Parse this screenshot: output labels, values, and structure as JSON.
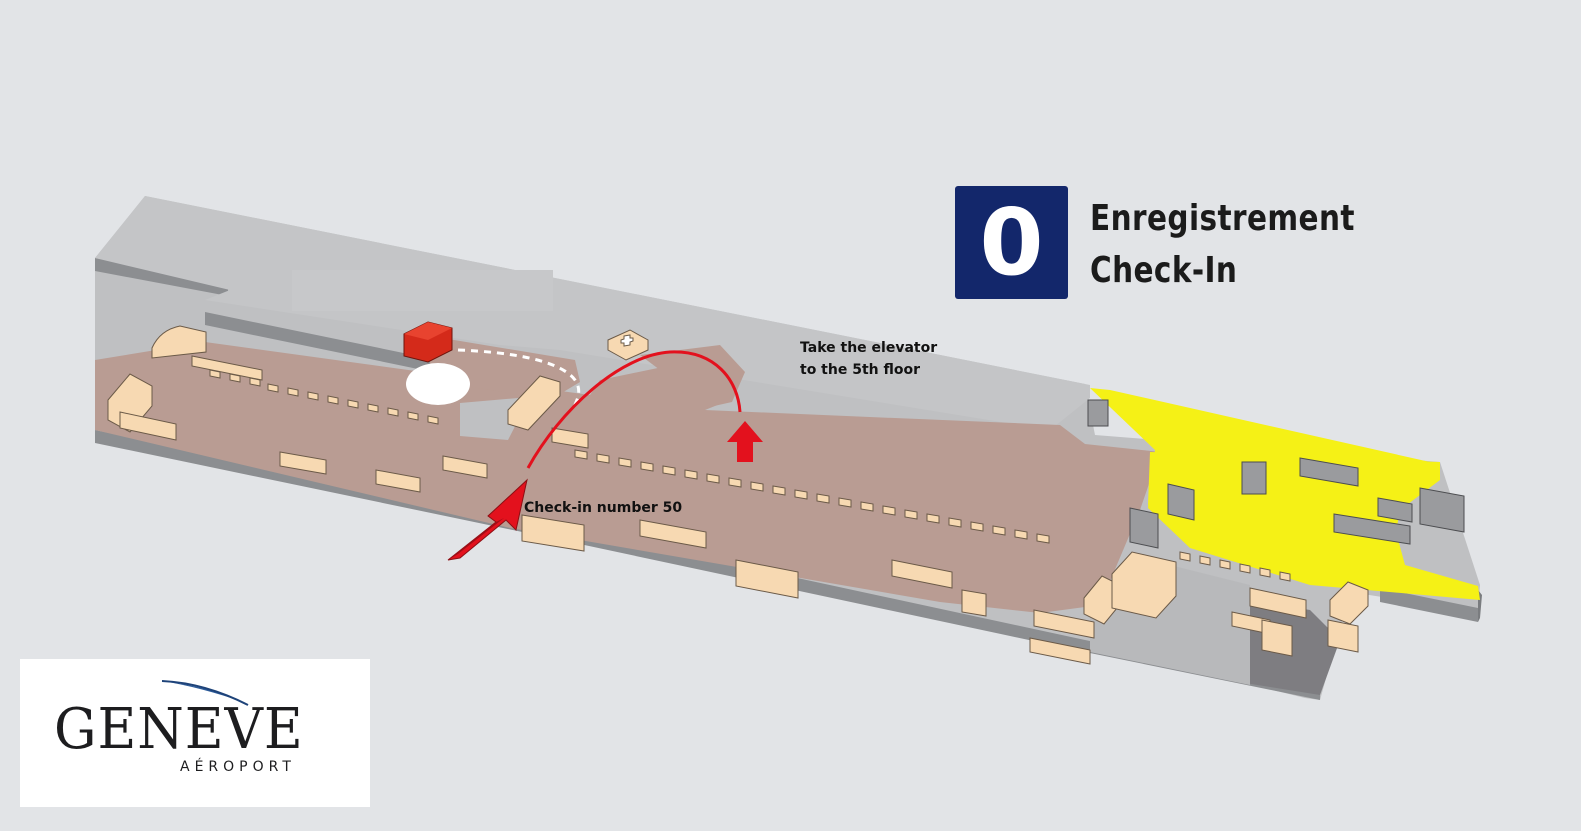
{
  "floor": {
    "number": "0",
    "title_line1": "Enregistrement",
    "title_line2": "Check-In"
  },
  "annotations": {
    "elevator_line1": "Take the elevator",
    "elevator_line2": "to the 5th floor",
    "checkin": "Check-in number 50"
  },
  "logo": {
    "name": "GENEVE",
    "subtitle": "AÉROPORT"
  },
  "colors": {
    "background": "#e2e4e7",
    "zone_public": "#b99c93",
    "zone_restricted": "#f5f116",
    "floor_base": "#bfc0c2",
    "desk": "#f7d9b2",
    "route": "#e3111d",
    "badge": "#13276b"
  },
  "icons": [
    "first-aid-icon",
    "elevator-block-icon",
    "route-arrow-icon",
    "up-arrow-icon"
  ]
}
